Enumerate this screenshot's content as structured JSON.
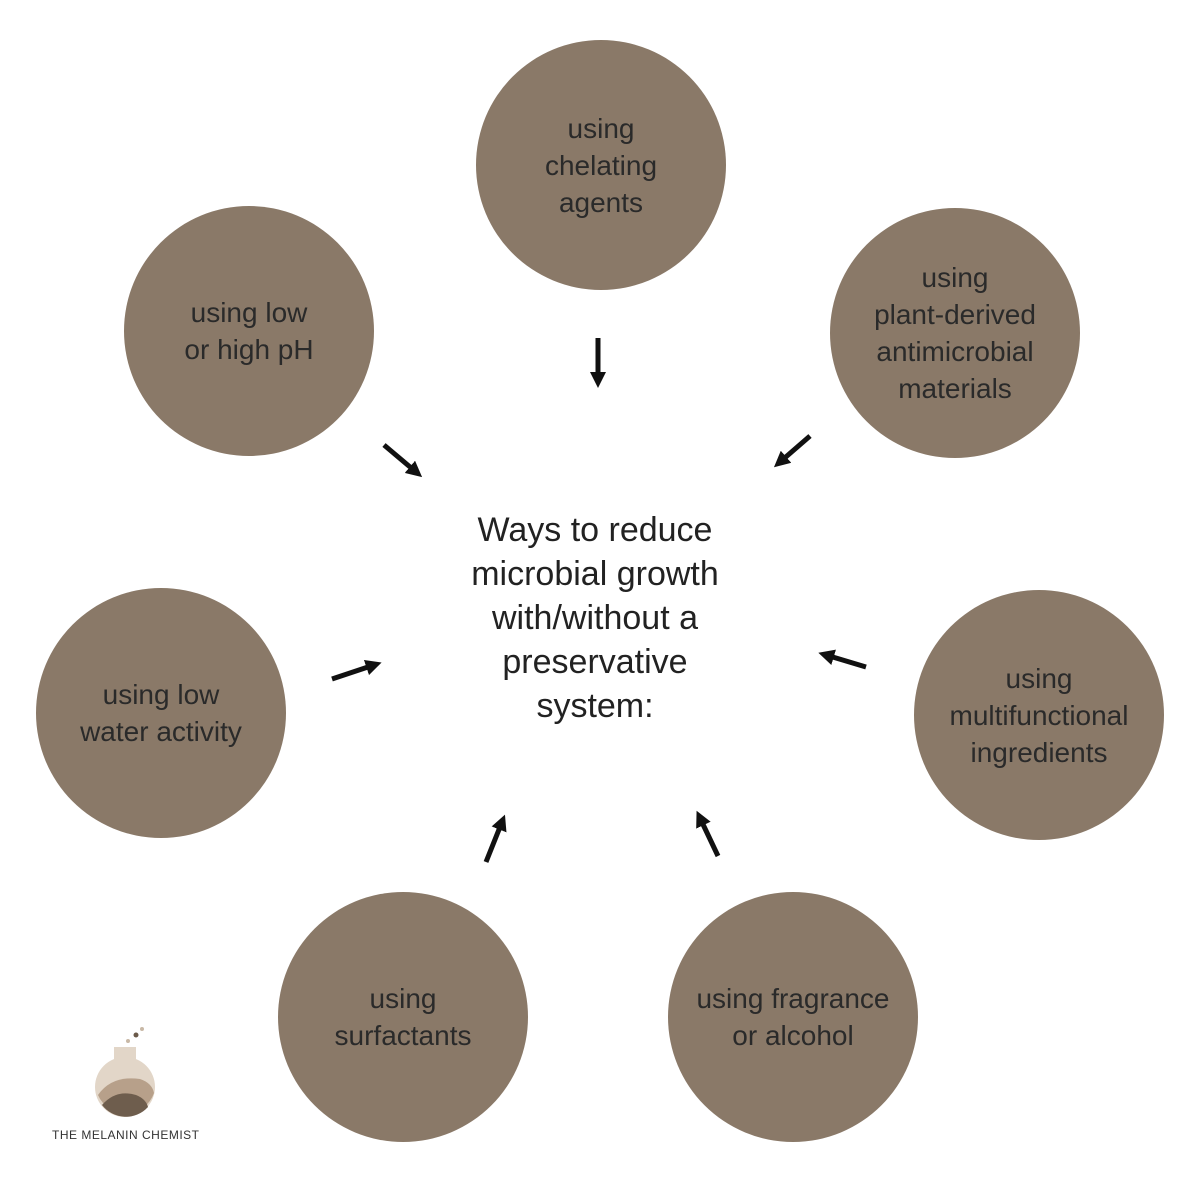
{
  "title_lines": [
    "Ways to reduce",
    "microbial growth",
    "with/without a",
    "preservative",
    "system:"
  ],
  "methods": {
    "chelating": [
      "using",
      "chelating",
      "agents"
    ],
    "plant": [
      "using",
      "plant-derived",
      "antimicrobial",
      "materials"
    ],
    "multifunctional": [
      "using",
      "multifunctional",
      "ingredients"
    ],
    "fragrance": [
      "using fragrance",
      "or alcohol"
    ],
    "surfactants": [
      "using",
      "surfactants"
    ],
    "water": [
      "using low",
      "water activity"
    ],
    "ph": [
      "using low",
      "or high pH"
    ]
  },
  "brand": "THE MELANIN CHEMIST",
  "colors": {
    "circle": "#8a7968",
    "arrow": "#111111",
    "text": "#2a2a2a"
  },
  "icons": {
    "arrow": "arrow-icon",
    "logo": "flask-logo-icon"
  }
}
